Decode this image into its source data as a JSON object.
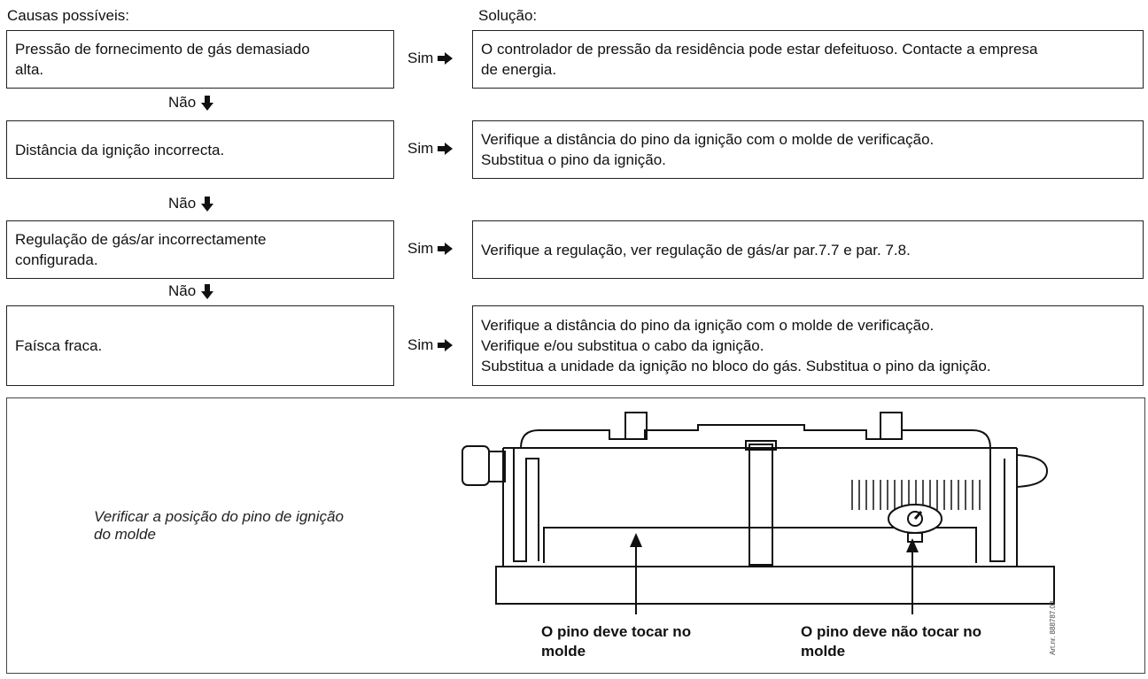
{
  "headers": {
    "causes": "Causas possíveis:",
    "solution": "Solução:"
  },
  "yes_label": "Sim",
  "no_label": "Não",
  "rows": [
    {
      "cause_lines": [
        "Pressão de fornecimento de gás demasiado",
        "alta."
      ],
      "solution_lines": [
        "O controlador de pressão da residência pode estar defeituoso. Contacte a empresa",
        "de energia."
      ]
    },
    {
      "cause_lines": [
        "Distância da ignição incorrecta."
      ],
      "solution_lines": [
        "Verifique a distância do pino da ignição com o molde de verificação.",
        "Substitua o pino da ignição."
      ]
    },
    {
      "cause_lines": [
        "Regulação de gás/ar incorrectamente",
        "configurada."
      ],
      "solution_lines": [
        "Verifique a regulação, ver regulação de gás/ar par.7.7 e par. 7.8."
      ]
    },
    {
      "cause_lines": [
        "Faísca fraca."
      ],
      "solution_lines": [
        "Verifique a distância do pino da ignição com o molde de verificação.",
        "Verifique e/ou substitua o cabo da ignição.",
        "Substitua a unidade da ignição no bloco do gás. Substitua o pino da ignição."
      ]
    }
  ],
  "figure": {
    "caption_lines": [
      "Verificar a posição do pino de ignição",
      "do molde"
    ],
    "label_left_lines": [
      "O pino deve tocar no",
      "molde"
    ],
    "label_right_lines": [
      "O pino deve não tocar no",
      "molde"
    ],
    "art_number": "Art.nr. 888787.03"
  },
  "icons": {
    "right_arrow": "arrow-right-icon",
    "down_arrow": "arrow-down-icon"
  }
}
